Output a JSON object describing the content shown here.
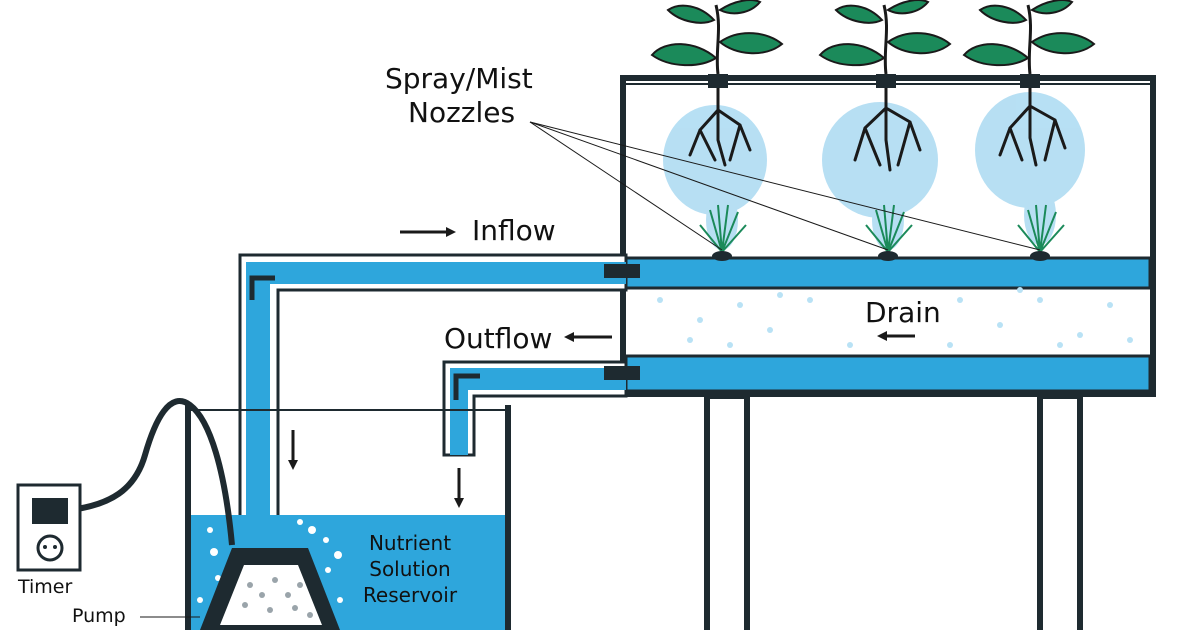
{
  "labels": {
    "spray_mist_nozzles_line1": "Spray/Mist",
    "spray_mist_nozzles_line2": "Nozzles",
    "inflow": "Inflow",
    "drain": "Drain",
    "outflow": "Outflow",
    "reservoir_line1": "Nutrient",
    "reservoir_line2": "Solution",
    "reservoir_line3": "Reservoir",
    "timer": "Timer",
    "pump": "Pump"
  },
  "colors": {
    "water": "#2ea6dc",
    "mist": "#9fd5f0",
    "leaf": "#1b8a5a",
    "outline": "#1e2a30",
    "paper": "#ffffff"
  }
}
